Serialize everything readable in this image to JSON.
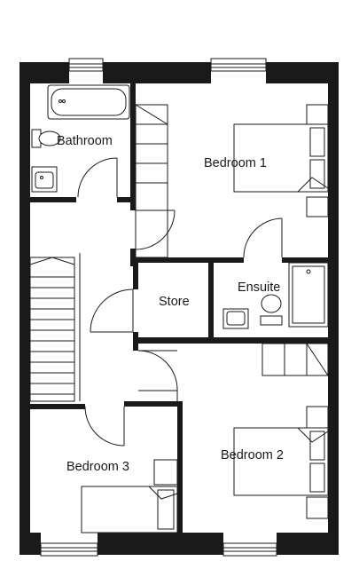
{
  "rooms": {
    "bathroom": "Bathroom",
    "bedroom1": "Bedroom 1",
    "ensuite": "Ensuite",
    "store": "Store",
    "bedroom2": "Bedroom 2",
    "bedroom3": "Bedroom 3"
  },
  "colors": {
    "wall": "#1a1a1a",
    "background": "#ffffff"
  }
}
